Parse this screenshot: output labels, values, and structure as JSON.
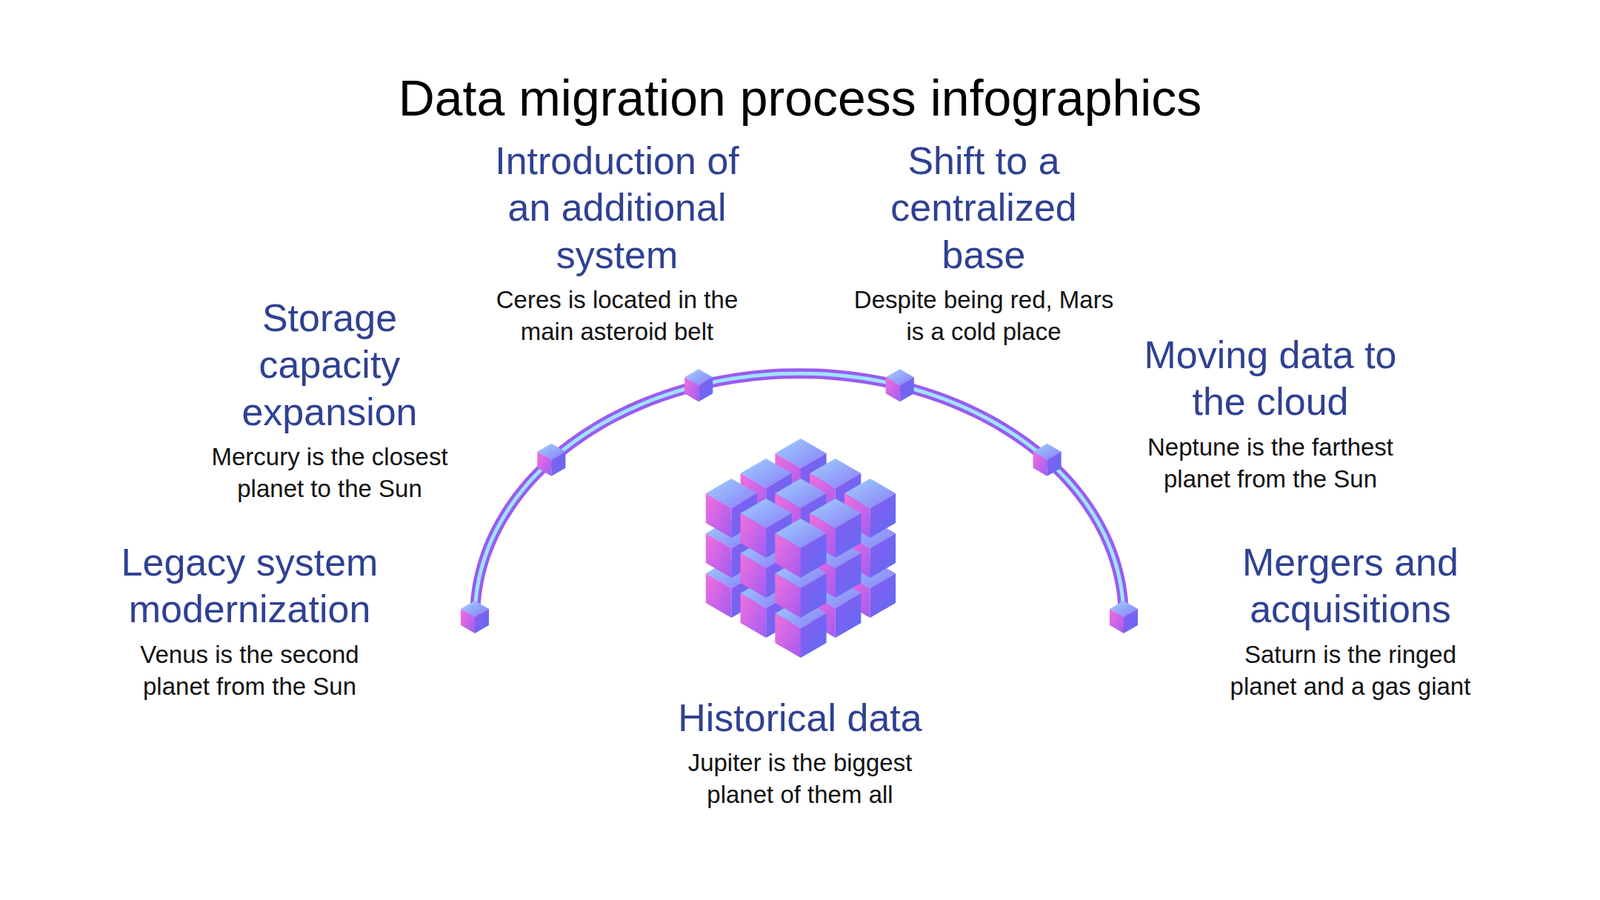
{
  "diagram": {
    "title": "Data migration process infographics",
    "nodes": [
      {
        "text": [
          "Legacy system modernization",
          "Venus is the second planet from the Sun"
        ]
      },
      {
        "text": [
          "Storage capacity expansion",
          "Mercury is the closest planet to the Sun"
        ]
      },
      {
        "text": [
          "Introduction of an additional system",
          "Ceres is located in the main asteroid belt"
        ]
      },
      {
        "text": [
          "Shift to a centralized base",
          "Despite being red, Mars is a cold place"
        ]
      },
      {
        "text": [
          "Moving data to the cloud",
          "Neptune is the farthest planet from the Sun"
        ]
      },
      {
        "text": [
          "Mergers and acquisitions",
          "Saturn is the ringed planet and a gas giant"
        ]
      },
      {
        "text": [
          "Historical data",
          "Jupiter is the biggest planet of them all"
        ]
      }
    ]
  }
}
